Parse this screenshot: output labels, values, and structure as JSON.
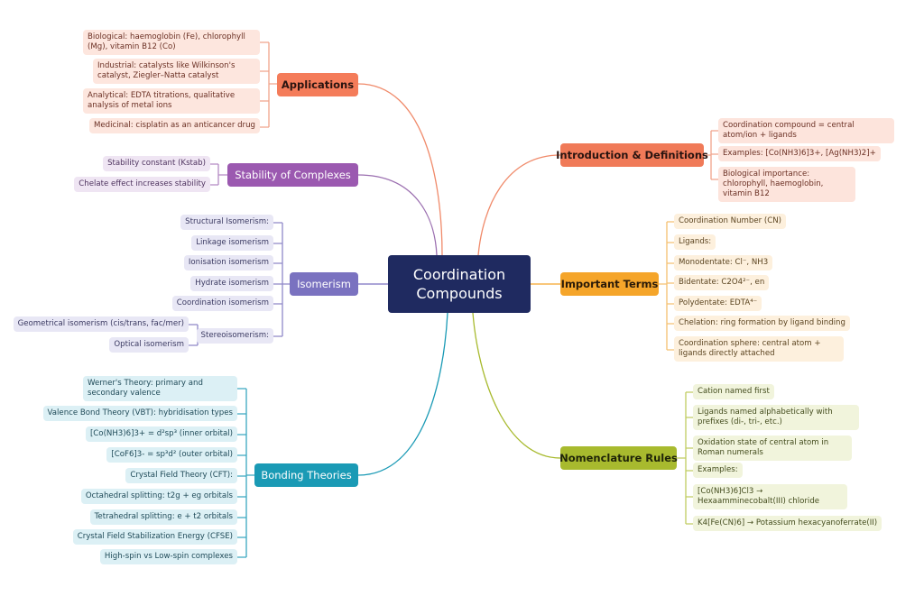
{
  "center": {
    "label": "Coordination Compounds"
  },
  "colors": {
    "center": "#1f2a60",
    "applications": "#f47c5a",
    "introduction": "#f07a58",
    "stability": "#9b59b0",
    "important_terms": "#f5a52a",
    "isomerism": "#7a72c0",
    "nomenclature": "#a8ba2e",
    "bonding": "#1a9ab5"
  },
  "branches": {
    "applications": {
      "label": "Applications",
      "items": [
        "Biological: haemoglobin (Fe), chlorophyll (Mg), vitamin B12 (Co)",
        "Industrial: catalysts like Wilkinson's catalyst, Ziegler–Natta catalyst",
        "Analytical: EDTA titrations, qualitative analysis of metal ions",
        "Medicinal: cisplatin as an anticancer drug"
      ]
    },
    "stability": {
      "label": "Stability of Complexes",
      "items": [
        "Stability constant (Kstab)",
        "Chelate effect increases stability"
      ]
    },
    "isomerism": {
      "label": "Isomerism",
      "items": [
        "Structural Isomerism:",
        "Linkage isomerism",
        "Ionisation isomerism",
        "Hydrate isomerism",
        "Coordination isomerism",
        "Stereoisomerism:"
      ],
      "stereo_items": [
        "Geometrical isomerism (cis/trans, fac/mer)",
        "Optical isomerism"
      ]
    },
    "bonding": {
      "label": "Bonding Theories",
      "items": [
        "Werner's Theory: primary and secondary valence",
        "Valence Bond Theory (VBT): hybridisation types",
        "[Co(NH3)6]3+ = d²sp³ (inner orbital)",
        "[CoF6]3- = sp³d² (outer orbital)",
        "Crystal Field Theory (CFT):",
        "Octahedral splitting: t2g + eg orbitals",
        "Tetrahedral splitting: e + t2 orbitals",
        "Crystal Field Stabilization Energy (CFSE)",
        "High-spin vs Low-spin complexes"
      ]
    },
    "introduction": {
      "label": "Introduction & Definitions",
      "items": [
        "Coordination compound = central atom/ion + ligands",
        "Examples: [Co(NH3)6]3+, [Ag(NH3)2]+",
        "Biological importance: chlorophyll, haemoglobin, vitamin B12"
      ]
    },
    "important_terms": {
      "label": "Important Terms",
      "items": [
        "Coordination Number (CN)",
        "Ligands:",
        "Monodentate: Cl⁻, NH3",
        "Bidentate: C2O4²⁻, en",
        "Polydentate: EDTA⁴⁻",
        "Chelation: ring formation by ligand binding",
        "Coordination sphere: central atom + ligands directly attached"
      ]
    },
    "nomenclature": {
      "label": "Nomenclature Rules",
      "items": [
        "Cation named first",
        "Ligands named alphabetically with prefixes (di-, tri-, etc.)",
        "Oxidation state of central atom in Roman numerals",
        "Examples:",
        "[Co(NH3)6]Cl3 → Hexaamminecobalt(III) chloride",
        "K4[Fe(CN)6] → Potassium hexacyanoferrate(II)"
      ]
    }
  }
}
